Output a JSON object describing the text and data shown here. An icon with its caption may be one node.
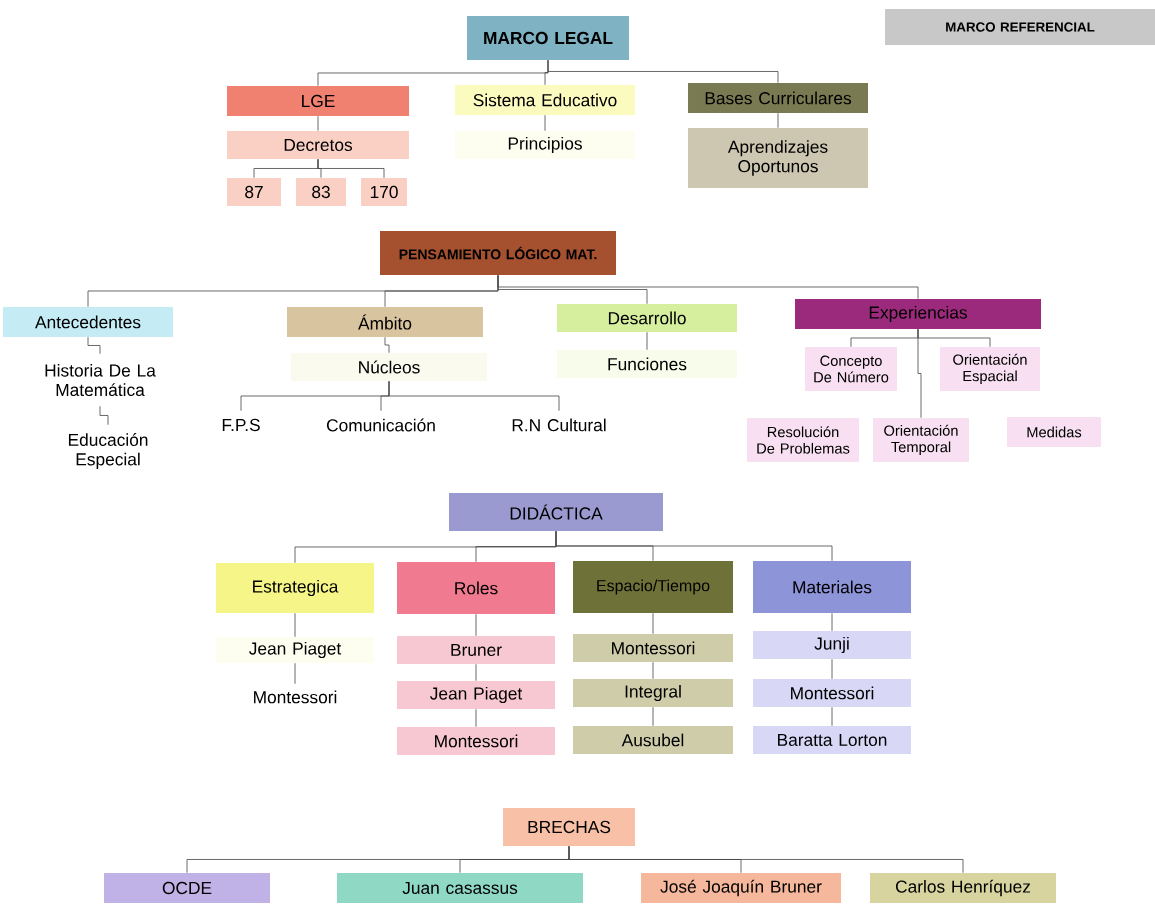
{
  "diagram": {
    "nodes": [
      {
        "text": [
          "MARCO LEGAL"
        ]
      },
      {
        "text": [
          "MARCO REFERENCIAL"
        ]
      },
      {
        "text": [
          "LGE"
        ]
      },
      {
        "text": [
          "Decretos"
        ]
      },
      {
        "text": [
          "87"
        ]
      },
      {
        "text": [
          "83"
        ]
      },
      {
        "text": [
          "170"
        ]
      },
      {
        "text": [
          "Sistema Educativo"
        ]
      },
      {
        "text": [
          "Principios"
        ]
      },
      {
        "text": [
          "Bases Curriculares"
        ]
      },
      {
        "text": [
          "Aprendizajes Oportunos"
        ]
      },
      {
        "text": [
          "PENSAMIENTO LÓGICO MAT."
        ]
      },
      {
        "text": [
          "Antecedentes"
        ]
      },
      {
        "text": [
          "Historia De La Matemática"
        ]
      },
      {
        "text": [
          "Educación Especial"
        ]
      },
      {
        "text": [
          "Ámbito"
        ]
      },
      {
        "text": [
          "Núcleos"
        ]
      },
      {
        "text": [
          "F.P.S"
        ]
      },
      {
        "text": [
          "Comunicación"
        ]
      },
      {
        "text": [
          "R.N Cultural"
        ]
      },
      {
        "text": [
          "Desarrollo"
        ]
      },
      {
        "text": [
          "Funciones"
        ]
      },
      {
        "text": [
          "Experiencias"
        ]
      },
      {
        "text": [
          "Concepto De Número"
        ]
      },
      {
        "text": [
          "Orientación Espacial"
        ]
      },
      {
        "text": [
          "Resolución De Problemas"
        ]
      },
      {
        "text": [
          "Orientación Temporal"
        ]
      },
      {
        "text": [
          "Medidas"
        ]
      },
      {
        "text": [
          "DIDÁCTICA"
        ]
      },
      {
        "text": [
          "Estrategica"
        ]
      },
      {
        "text": [
          "Jean Piaget"
        ]
      },
      {
        "text": [
          "Montessori"
        ]
      },
      {
        "text": [
          "Roles"
        ]
      },
      {
        "text": [
          "Bruner"
        ]
      },
      {
        "text": [
          "Jean Piaget"
        ]
      },
      {
        "text": [
          "Montessori"
        ]
      },
      {
        "text": [
          "Espacio/Tiempo"
        ]
      },
      {
        "text": [
          "Montessori"
        ]
      },
      {
        "text": [
          "Integral"
        ]
      },
      {
        "text": [
          "Ausubel"
        ]
      },
      {
        "text": [
          "Materiales"
        ]
      },
      {
        "text": [
          "Junji"
        ]
      },
      {
        "text": [
          "Montessori"
        ]
      },
      {
        "text": [
          "Baratta Lorton"
        ]
      },
      {
        "text": [
          "BRECHAS"
        ]
      },
      {
        "text": [
          "OCDE"
        ]
      },
      {
        "text": [
          "Juan casassus"
        ]
      },
      {
        "text": [
          "José Joaquín Bruner"
        ]
      },
      {
        "text": [
          "Carlos Henríquez"
        ]
      }
    ],
    "edges": [
      {
        "from": 0,
        "to": 2,
        "arrow": "none"
      },
      {
        "from": 0,
        "to": 7,
        "arrow": "none"
      },
      {
        "from": 0,
        "to": 9,
        "arrow": "none"
      },
      {
        "from": 2,
        "to": 3,
        "arrow": "none"
      },
      {
        "from": 3,
        "to": 4,
        "arrow": "none"
      },
      {
        "from": 3,
        "to": 5,
        "arrow": "none"
      },
      {
        "from": 3,
        "to": 6,
        "arrow": "none"
      },
      {
        "from": 7,
        "to": 8,
        "arrow": "none"
      },
      {
        "from": 9,
        "to": 10,
        "arrow": "none"
      },
      {
        "from": 11,
        "to": 12,
        "arrow": "none"
      },
      {
        "from": 11,
        "to": 15,
        "arrow": "none"
      },
      {
        "from": 11,
        "to": 20,
        "arrow": "none"
      },
      {
        "from": 11,
        "to": 22,
        "arrow": "none"
      },
      {
        "from": 12,
        "to": 13,
        "arrow": "none"
      },
      {
        "from": 13,
        "to": 14,
        "arrow": "none"
      },
      {
        "from": 15,
        "to": 16,
        "arrow": "none"
      },
      {
        "from": 16,
        "to": 17,
        "arrow": "none"
      },
      {
        "from": 16,
        "to": 18,
        "arrow": "none"
      },
      {
        "from": 16,
        "to": 19,
        "arrow": "none"
      },
      {
        "from": 20,
        "to": 21,
        "arrow": "none"
      },
      {
        "from": 22,
        "to": 23,
        "arrow": "none"
      },
      {
        "from": 22,
        "to": 24,
        "arrow": "none"
      },
      {
        "from": 22,
        "to": 26,
        "arrow": "none"
      },
      {
        "from": 28,
        "to": 29,
        "arrow": "none"
      },
      {
        "from": 28,
        "to": 32,
        "arrow": "none"
      },
      {
        "from": 28,
        "to": 36,
        "arrow": "none"
      },
      {
        "from": 28,
        "to": 40,
        "arrow": "none"
      },
      {
        "from": 29,
        "to": 30,
        "arrow": "none"
      },
      {
        "from": 30,
        "to": 31,
        "arrow": "none"
      },
      {
        "from": 32,
        "to": 33,
        "arrow": "none"
      },
      {
        "from": 33,
        "to": 34,
        "arrow": "none"
      },
      {
        "from": 34,
        "to": 35,
        "arrow": "none"
      },
      {
        "from": 36,
        "to": 37,
        "arrow": "none"
      },
      {
        "from": 37,
        "to": 38,
        "arrow": "none"
      },
      {
        "from": 38,
        "to": 39,
        "arrow": "none"
      },
      {
        "from": 40,
        "to": 41,
        "arrow": "none"
      },
      {
        "from": 41,
        "to": 42,
        "arrow": "none"
      },
      {
        "from": 42,
        "to": 43,
        "arrow": "none"
      },
      {
        "from": 44,
        "to": 45,
        "arrow": "none"
      },
      {
        "from": 44,
        "to": 46,
        "arrow": "none"
      },
      {
        "from": 44,
        "to": 47,
        "arrow": "none"
      },
      {
        "from": 44,
        "to": 48,
        "arrow": "none"
      }
    ]
  }
}
